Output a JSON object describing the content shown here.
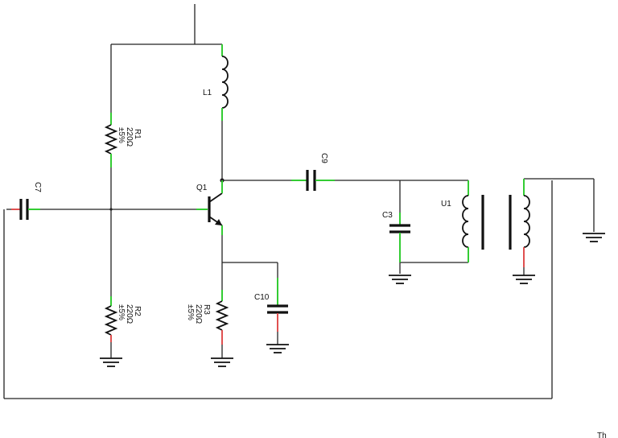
{
  "components": {
    "L1": {
      "ref": "L1"
    },
    "R1": {
      "ref": "R1",
      "value": "220Ω",
      "tolerance": "±5%"
    },
    "R2": {
      "ref": "R2",
      "value": "220Ω",
      "tolerance": "±5%"
    },
    "R3": {
      "ref": "R3",
      "value": "220Ω",
      "tolerance": "±5%"
    },
    "C7": {
      "ref": "C7"
    },
    "C9": {
      "ref": "C9"
    },
    "C3": {
      "ref": "C3"
    },
    "C10": {
      "ref": "C10"
    },
    "Q1": {
      "ref": "Q1"
    },
    "U1": {
      "ref": "U1"
    }
  },
  "corner_text": "Th",
  "colors": {
    "wire": "#222222",
    "pin_ok": "#33cc33",
    "pin_open": "#e05050"
  }
}
